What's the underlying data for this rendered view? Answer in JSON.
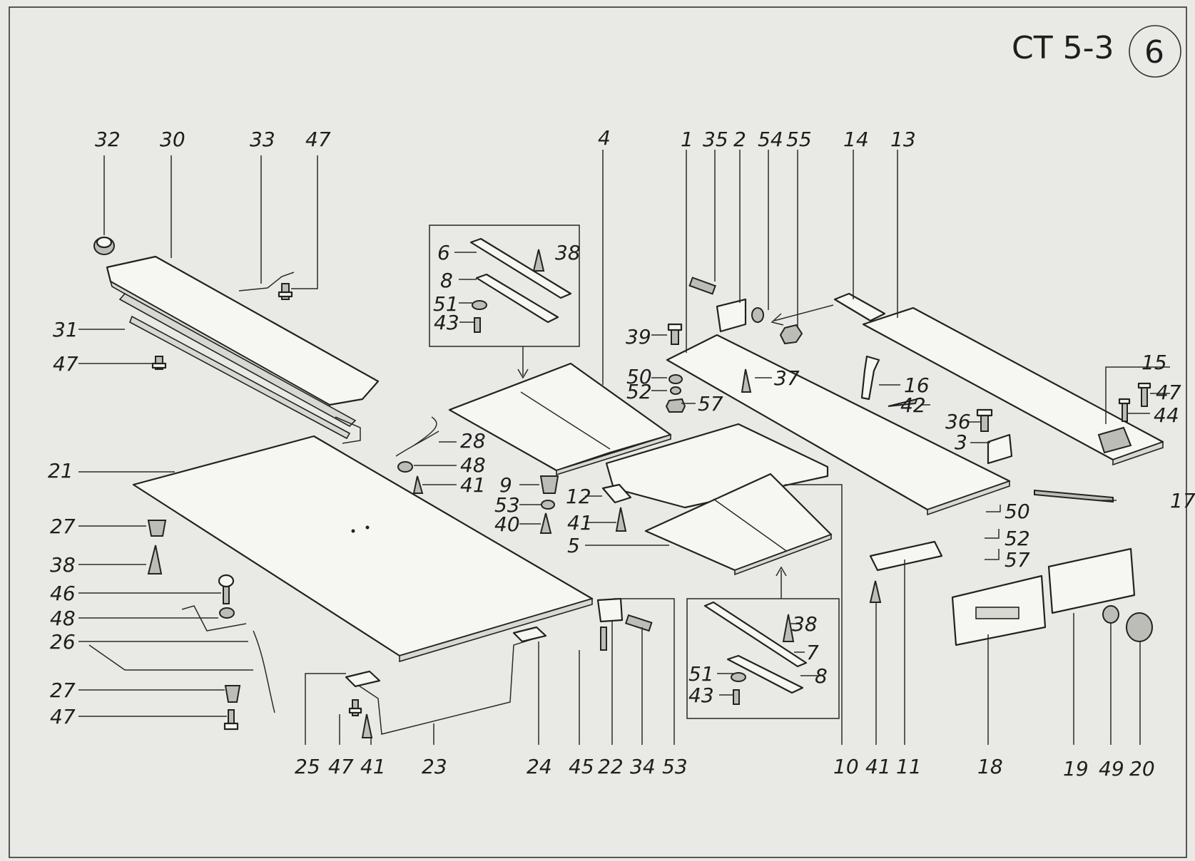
{
  "header": {
    "drawing_code": "CT 5-3",
    "sheet_number": "6"
  },
  "callouts": [
    "32",
    "30",
    "33",
    "47",
    "4",
    "1",
    "35",
    "2",
    "54",
    "55",
    "14",
    "13",
    "6",
    "38",
    "8",
    "51",
    "43",
    "39",
    "50",
    "52",
    "57",
    "37",
    "16",
    "42",
    "15",
    "47",
    "44",
    "36",
    "3",
    "31",
    "47",
    "21",
    "28",
    "48",
    "41",
    "9",
    "53",
    "40",
    "12",
    "41",
    "5",
    "17",
    "50",
    "52",
    "57",
    "27",
    "38",
    "46",
    "48",
    "26",
    "27",
    "47",
    "25",
    "47",
    "41",
    "23",
    "24",
    "45",
    "22",
    "34",
    "53",
    "38",
    "7",
    "51",
    "8",
    "43",
    "10",
    "41",
    "11",
    "18",
    "19",
    "49",
    "20"
  ]
}
